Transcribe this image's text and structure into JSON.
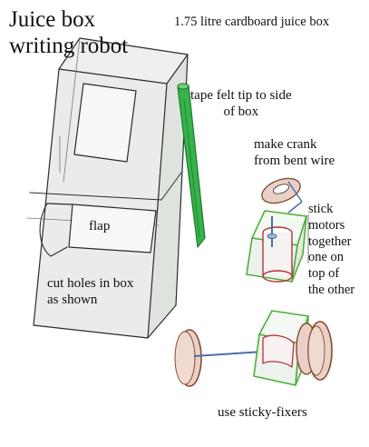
{
  "title": "Juice box\nwriting robot",
  "annotations": {
    "box_type": "1.75 litre cardboard juice box",
    "pen": "tape felt tip to side\nof box",
    "crank": "make crank\nfrom bent wire",
    "motors": "stick\nmotors\ntogether\none on\ntop of\nthe other",
    "flap": "flap",
    "holes": "cut holes in box\nas shown",
    "fixers": "use sticky-fixers"
  },
  "colors": {
    "outline": "#2b2b2b",
    "box_fill": "#e9ece8",
    "pen_green": "#35b34a",
    "pen_dark": "#1f7a2d",
    "motor_green": "#4caf3a",
    "motor_red": "#b8303a",
    "wheel_brown": "#8a4a2f",
    "wheel_fill": "#e9d1c7",
    "wire_blue": "#4a6fa8",
    "shadow": "#d0d4d0"
  }
}
